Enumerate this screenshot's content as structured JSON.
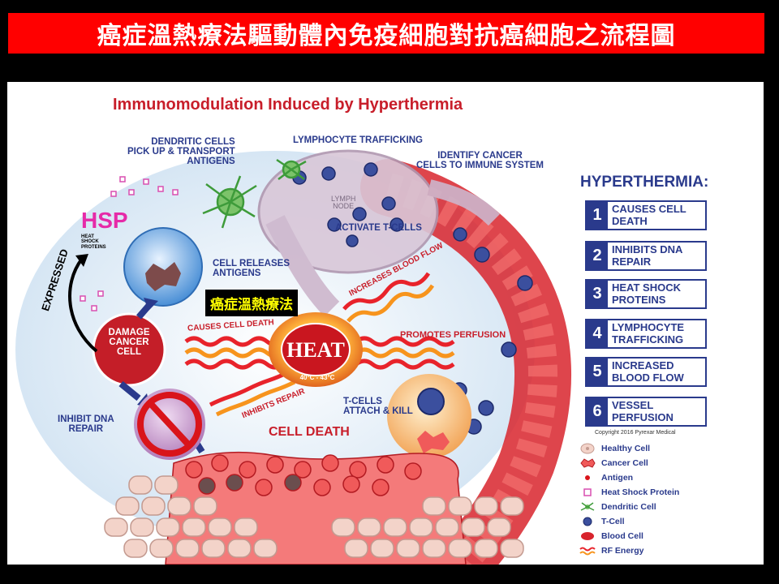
{
  "banner": {
    "title": "癌症溫熱療法驅動體內免疫細胞對抗癌細胞之流程圖",
    "bg": "#ff0000"
  },
  "diagram": {
    "title": "Immunomodulation Induced by Hyperthermia",
    "labels": {
      "dendritic": "DENDRITIC CELLS\nPICK UP & TRANSPORT\nANTIGENS",
      "lymph_traffic": "LYMPHOCYTE TRAFFICKING",
      "identify": "IDENTIFY CANCER\nCELLS TO IMMUNE SYSTEM",
      "lymph_node": "LYMPH\nNODE",
      "activate": "ACTIVATE T-CELLS",
      "hsp": "HSP",
      "hsp_sub": "HEAT\nSHOCK\nPROTEINS",
      "release": "CELL RELEASES\nANTIGENS",
      "expressed": "EXPRESSED",
      "damage": "DAMAGE\nCANCER\nCELL",
      "causes_death": "CAUSES CELL DEATH",
      "increases_flow": "INCREASES BLOOD FLOW",
      "promotes": "PROMOTES PERFUSION",
      "heat": "HEAT",
      "temp": "40°C - 43°C",
      "inhibits_repair": "INHIBITS REPAIR",
      "inhibit_dna": "INHIBIT DNA\nREPAIR",
      "tcells_attach": "T-CELLS\nATTACH & KILL",
      "cell_death": "CELL DEATH"
    },
    "callout": "癌症溫熱療法"
  },
  "hyperthermia": {
    "heading": "HYPERTHERMIA:",
    "items": [
      {
        "num": "1",
        "text": "CAUSES CELL\nDEATH"
      },
      {
        "num": "2",
        "text": "INHIBITS DNA\nREPAIR"
      },
      {
        "num": "3",
        "text": "HEAT SHOCK\nPROTEINS"
      },
      {
        "num": "4",
        "text": "LYMPHOCYTE\nTRAFFICKING"
      },
      {
        "num": "5",
        "text": "INCREASED\nBLOOD FLOW"
      },
      {
        "num": "6",
        "text": "VESSEL\nPERFUSION"
      }
    ],
    "copyright": "Copyright 2016 Pyrexar Medical"
  },
  "legend": [
    {
      "icon": "healthy-cell-icon",
      "label": "Healthy Cell"
    },
    {
      "icon": "cancer-cell-icon",
      "label": "Cancer Cell"
    },
    {
      "icon": "antigen-icon",
      "label": "Antigen"
    },
    {
      "icon": "heat-shock-protein-icon",
      "label": "Heat Shock Protein"
    },
    {
      "icon": "dendritic-cell-icon",
      "label": "Dendritic Cell"
    },
    {
      "icon": "t-cell-icon",
      "label": "T-Cell"
    },
    {
      "icon": "blood-cell-icon",
      "label": "Blood Cell"
    },
    {
      "icon": "rf-energy-icon",
      "label": "RF Energy"
    }
  ],
  "colors": {
    "navy": "#2a3a8c",
    "red": "#c81e2a",
    "heat_orange": "#f7941d"
  }
}
